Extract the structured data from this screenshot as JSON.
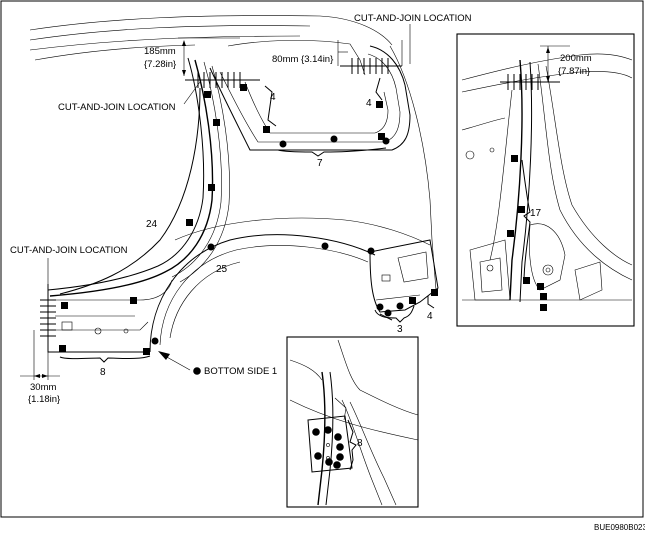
{
  "labels": {
    "cut_join_top": "CUT-AND-JOIN LOCATION",
    "cut_join_mid": "CUT-AND-JOIN LOCATION",
    "cut_join_left": "CUT-AND-JOIN LOCATION",
    "dim_185_mm": "185mm",
    "dim_185_in": "{7.28in}",
    "dim_80": "80mm {3.14in}",
    "dim_200_mm": "200mm",
    "dim_200_in": "{7.87in}",
    "dim_30_mm": "30mm",
    "dim_30_in": "{1.18in}",
    "legend_bottom_side": "BOTTOM SIDE 1",
    "figure_code": "BUE0980B023"
  },
  "callouts": {
    "n4_a": "4",
    "n4_b": "4",
    "n4_c": "4",
    "n7": "7",
    "n24": "24",
    "n25": "25",
    "n3": "3",
    "n8_a": "8",
    "n17": "17",
    "n8_b": "8"
  }
}
